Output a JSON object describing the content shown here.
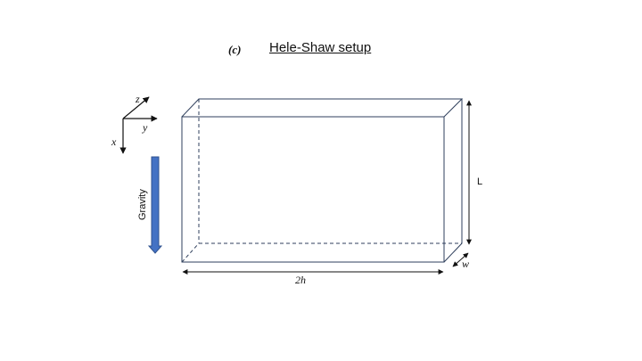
{
  "header": {
    "panel_label": "(c)",
    "title": "Hele-Shaw setup"
  },
  "axes": {
    "x_label": "x",
    "y_label": "y",
    "z_label": "z"
  },
  "gravity": {
    "label": "Gravity",
    "arrow_color": "#4472c4"
  },
  "dimensions": {
    "height_label": "L",
    "width_label": "2h",
    "depth_label": "w"
  },
  "colors": {
    "box_edge": "#2f3f5c",
    "dim_line": "#111111"
  }
}
